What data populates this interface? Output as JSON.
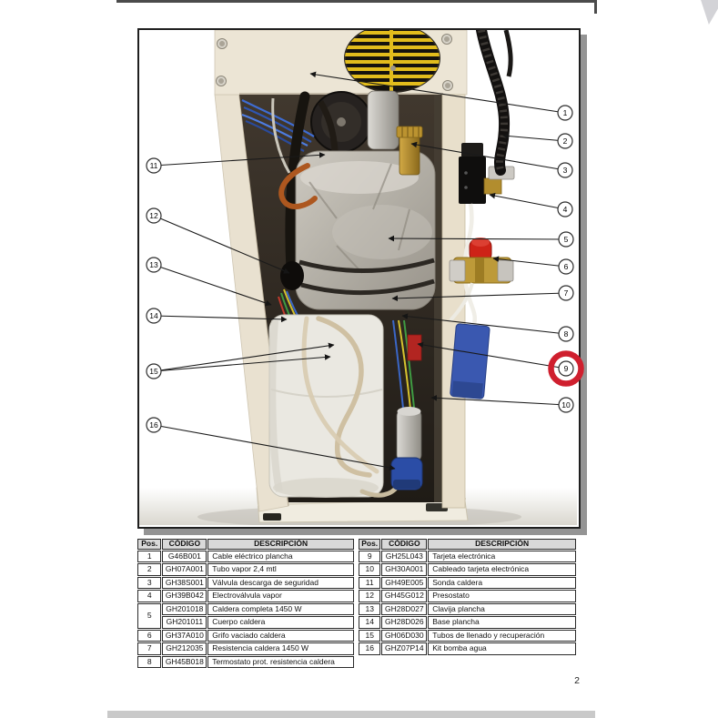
{
  "page": {
    "number": "2"
  },
  "diagram": {
    "callouts": [
      "1",
      "2",
      "3",
      "4",
      "5",
      "6",
      "7",
      "8",
      "9",
      "10",
      "11",
      "12",
      "13",
      "14",
      "15",
      "16"
    ],
    "highlighted_callout": "9",
    "highlight_color": "#cf1f2e"
  },
  "parts_table": {
    "headers": {
      "pos": "Pos.",
      "code": "CÓDIGO",
      "desc": "DESCRIPCIÓN"
    },
    "left_rows": [
      {
        "pos": "1",
        "code": "G46B001",
        "desc": "Cable eléctrico plancha"
      },
      {
        "pos": "2",
        "code": "GH07A001",
        "desc": "Tubo vapor 2,4 mtl"
      },
      {
        "pos": "3",
        "code": "GH38S001",
        "desc": "Válvula descarga de seguridad"
      },
      {
        "pos": "4",
        "code": "GH39B042",
        "desc": "Electroválvula vapor"
      },
      {
        "pos": "5",
        "code": "GH201018",
        "desc": "Caldera completa 1450 W"
      },
      {
        "pos": "",
        "code": "GH201011",
        "desc": "Cuerpo caldera"
      },
      {
        "pos": "6",
        "code": "GH37A010",
        "desc": "Grifo vaciado caldera"
      },
      {
        "pos": "7",
        "code": "GH212035",
        "desc": "Resistencia caldera 1450 W"
      },
      {
        "pos": "8",
        "code": "GH45B018",
        "desc": "Termostato prot. resistencia caldera"
      }
    ],
    "right_rows": [
      {
        "pos": "9",
        "code": "GH25L043",
        "desc": "Tarjeta electrónica"
      },
      {
        "pos": "10",
        "code": "GH30A001",
        "desc": "Cableado tarjeta electrónica"
      },
      {
        "pos": "11",
        "code": "GH49E005",
        "desc": "Sonda caldera"
      },
      {
        "pos": "12",
        "code": "GH45G012",
        "desc": "Presostato"
      },
      {
        "pos": "13",
        "code": "GH28D027",
        "desc": "Clavija plancha"
      },
      {
        "pos": "14",
        "code": "GH28D026",
        "desc": "Base plancha"
      },
      {
        "pos": "15",
        "code": "GH06D030",
        "desc": "Tubos de llenado y recuperación"
      },
      {
        "pos": "16",
        "code": "GHZ07P14",
        "desc": "Kit bomba agua"
      }
    ]
  }
}
